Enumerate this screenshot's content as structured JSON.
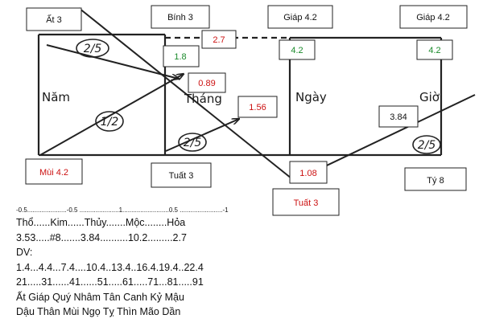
{
  "diagram": {
    "top_labels": {
      "at": "Ất 3",
      "binh": "Bính 3",
      "giap_mid": "Giáp 4.2",
      "giap_right": "Giáp 4.2"
    },
    "bottom_labels": {
      "mui": "Mùi 4.2",
      "tuat_left": "Tuất 3",
      "tuat_center": "Tuất 3",
      "ty": "Tý 8"
    },
    "values": {
      "v_2_7": "2.7",
      "v_1_8": "1.8",
      "v_4_2_mid": "4.2",
      "v_4_2_right": "4.2",
      "v_0_89": "0.89",
      "v_1_56": "1.56",
      "v_3_84": "3.84",
      "v_1_08": "1.08"
    },
    "pillars": {
      "nam": "Năm",
      "thang": "Tháng",
      "ngay": "Ngày",
      "gio": "Giờ"
    },
    "fractions": {
      "f_top": "2/5",
      "f_left": "1/2",
      "f_mid": "2/5",
      "f_right": "2/5"
    },
    "colors": {
      "red": "#cc1111",
      "green": "#1a8a2a",
      "line": "#222222"
    }
  },
  "legend": {
    "scale": "-0.5......................-0.5 ......................1..........................0.5 ........................-1",
    "elements": "Thổ......Kim......Thủy.......Mộc........Hỏa",
    "element_values": "3.53.....#8.......3.84..........10.2.........2.7",
    "dv_label": "DV:",
    "dv_values": "1.4...4.4...7.4....10.4..13.4..16.4.19.4..22.4",
    "ages": "21.....31......41......51.....61.....71...81.....91",
    "stems": "Ất Giáp Quý Nhâm Tân Canh Kỷ Mậu",
    "branches": "Dậu Thân Mùi Ngọ Tỵ Thìn Mão Dần"
  }
}
